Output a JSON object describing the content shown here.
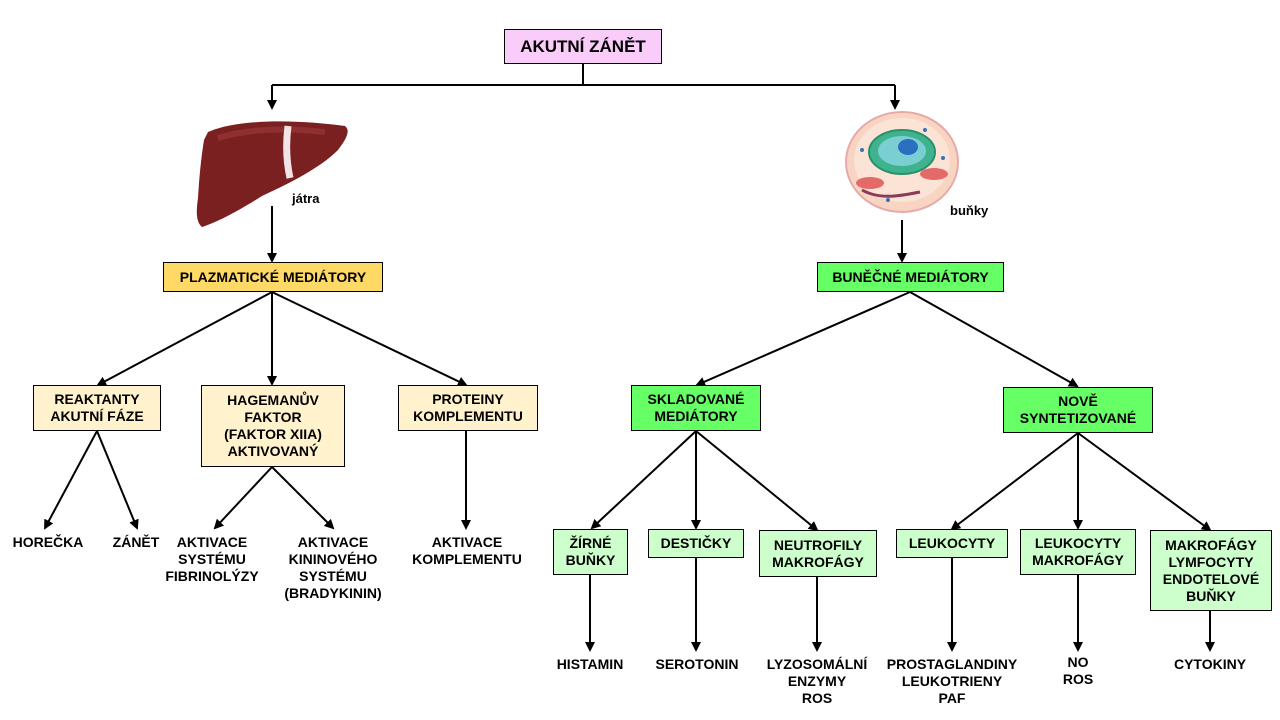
{
  "colors": {
    "root": "#F9CCF9",
    "plasma_main": "#FFD966",
    "plasma_sub": "#FFF2CC",
    "cell_main": "#66FF66",
    "cell_sub": "#CCFFCC",
    "liver": "#7B2020",
    "cell_body": "#F7D5C2"
  },
  "root": {
    "label": "AKUTNÍ ZÁNĚT"
  },
  "left": {
    "caption": "játra",
    "main": "PLAZMATICKÉ MEDIÁTORY",
    "acute_phase": "REAKTANTY\nAKUTNÍ FÁZE",
    "hageman": "HAGEMANŮV\nFAKTOR\n(FAKTOR XIIA)\nAKTIVOVANÝ",
    "complement": "PROTEINY\nKOMPLEMENTU",
    "fever": "HOREČKA",
    "inflammation": "ZÁNĚT",
    "fibrinolysis": "AKTIVACE\nSYSTÉMU\nFIBRINOLÝZY",
    "kinin": "AKTIVACE\nKININOVÉHO\nSYSTÉMU\n(BRADYKININ)",
    "complement_activation": "AKTIVACE\nKOMPLEMENTU"
  },
  "right": {
    "caption": "buňky",
    "main": "BUNĚČNÉ MEDIÁTORY",
    "stored": "SKLADOVANÉ\nMEDIÁTORY",
    "new": "NOVĚ\nSYNTETIZOVANÉ",
    "mast": "ŽÍRNÉ\nBUŇKY",
    "platelets": "DESTIČKY",
    "neutrophils": "NEUTROFILY\nMAKROFÁGY",
    "leukocytes": "LEUKOCYTY",
    "leuko_macro": "LEUKOCYTY\nMAKROFÁGY",
    "macro_lympho": "MAKROFÁGY\nLYMFOCYTY\nENDOTELOVÉ\nBUŇKY",
    "histamine": "HISTAMIN",
    "serotonin": "SEROTONIN",
    "lysosomal": "LYZOSOMÁLNÍ\nENZYMY\nROS",
    "prostaglandins": "PROSTAGLANDINY\nLEUKOTRIENY\nPAF",
    "no_ros": "NO\nROS",
    "cytokines": "CYTOKINY"
  }
}
